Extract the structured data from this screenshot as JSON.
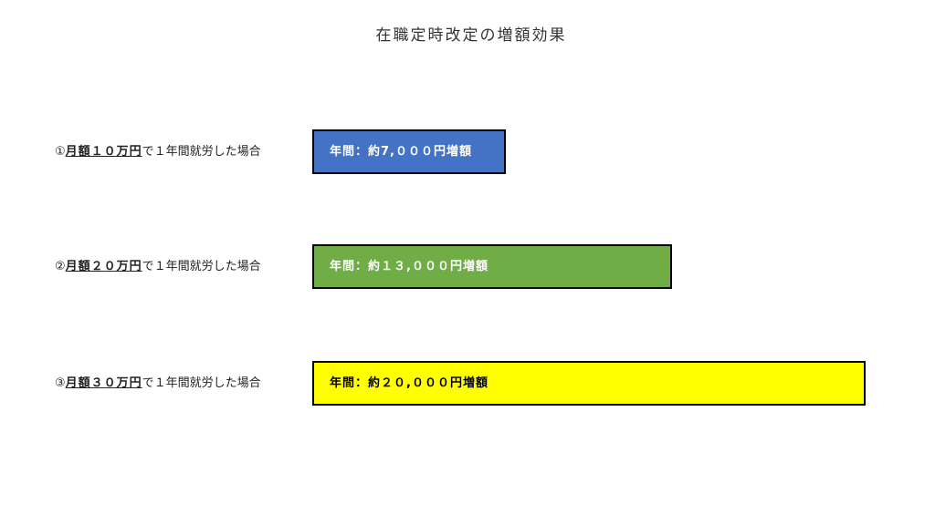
{
  "chart_data": {
    "type": "bar",
    "orientation": "horizontal",
    "title": "在職定時改定の増額効果",
    "xlabel": "",
    "ylabel": "",
    "grid": false,
    "rows": [
      {
        "marker": "①",
        "emphasis": "月額１０万円",
        "suffix": "で１年間就労した場合",
        "value": 7000,
        "bar_label": "年間：約7,０００円増額",
        "color": "#4472C4",
        "text_color": "#FFFFFF"
      },
      {
        "marker": "②",
        "emphasis": "月額２０万円",
        "suffix": "で１年間就労した場合",
        "value": 13000,
        "bar_label": "年間：約１３,０００円増額",
        "color": "#70AD47",
        "text_color": "#FFFFFF"
      },
      {
        "marker": "③",
        "emphasis": "月額３０万円",
        "suffix": "で１年間就労した場合",
        "value": 20000,
        "bar_label": "年間：約２０,０００円増額",
        "color": "#FFFF00",
        "text_color": "#000000"
      }
    ]
  }
}
